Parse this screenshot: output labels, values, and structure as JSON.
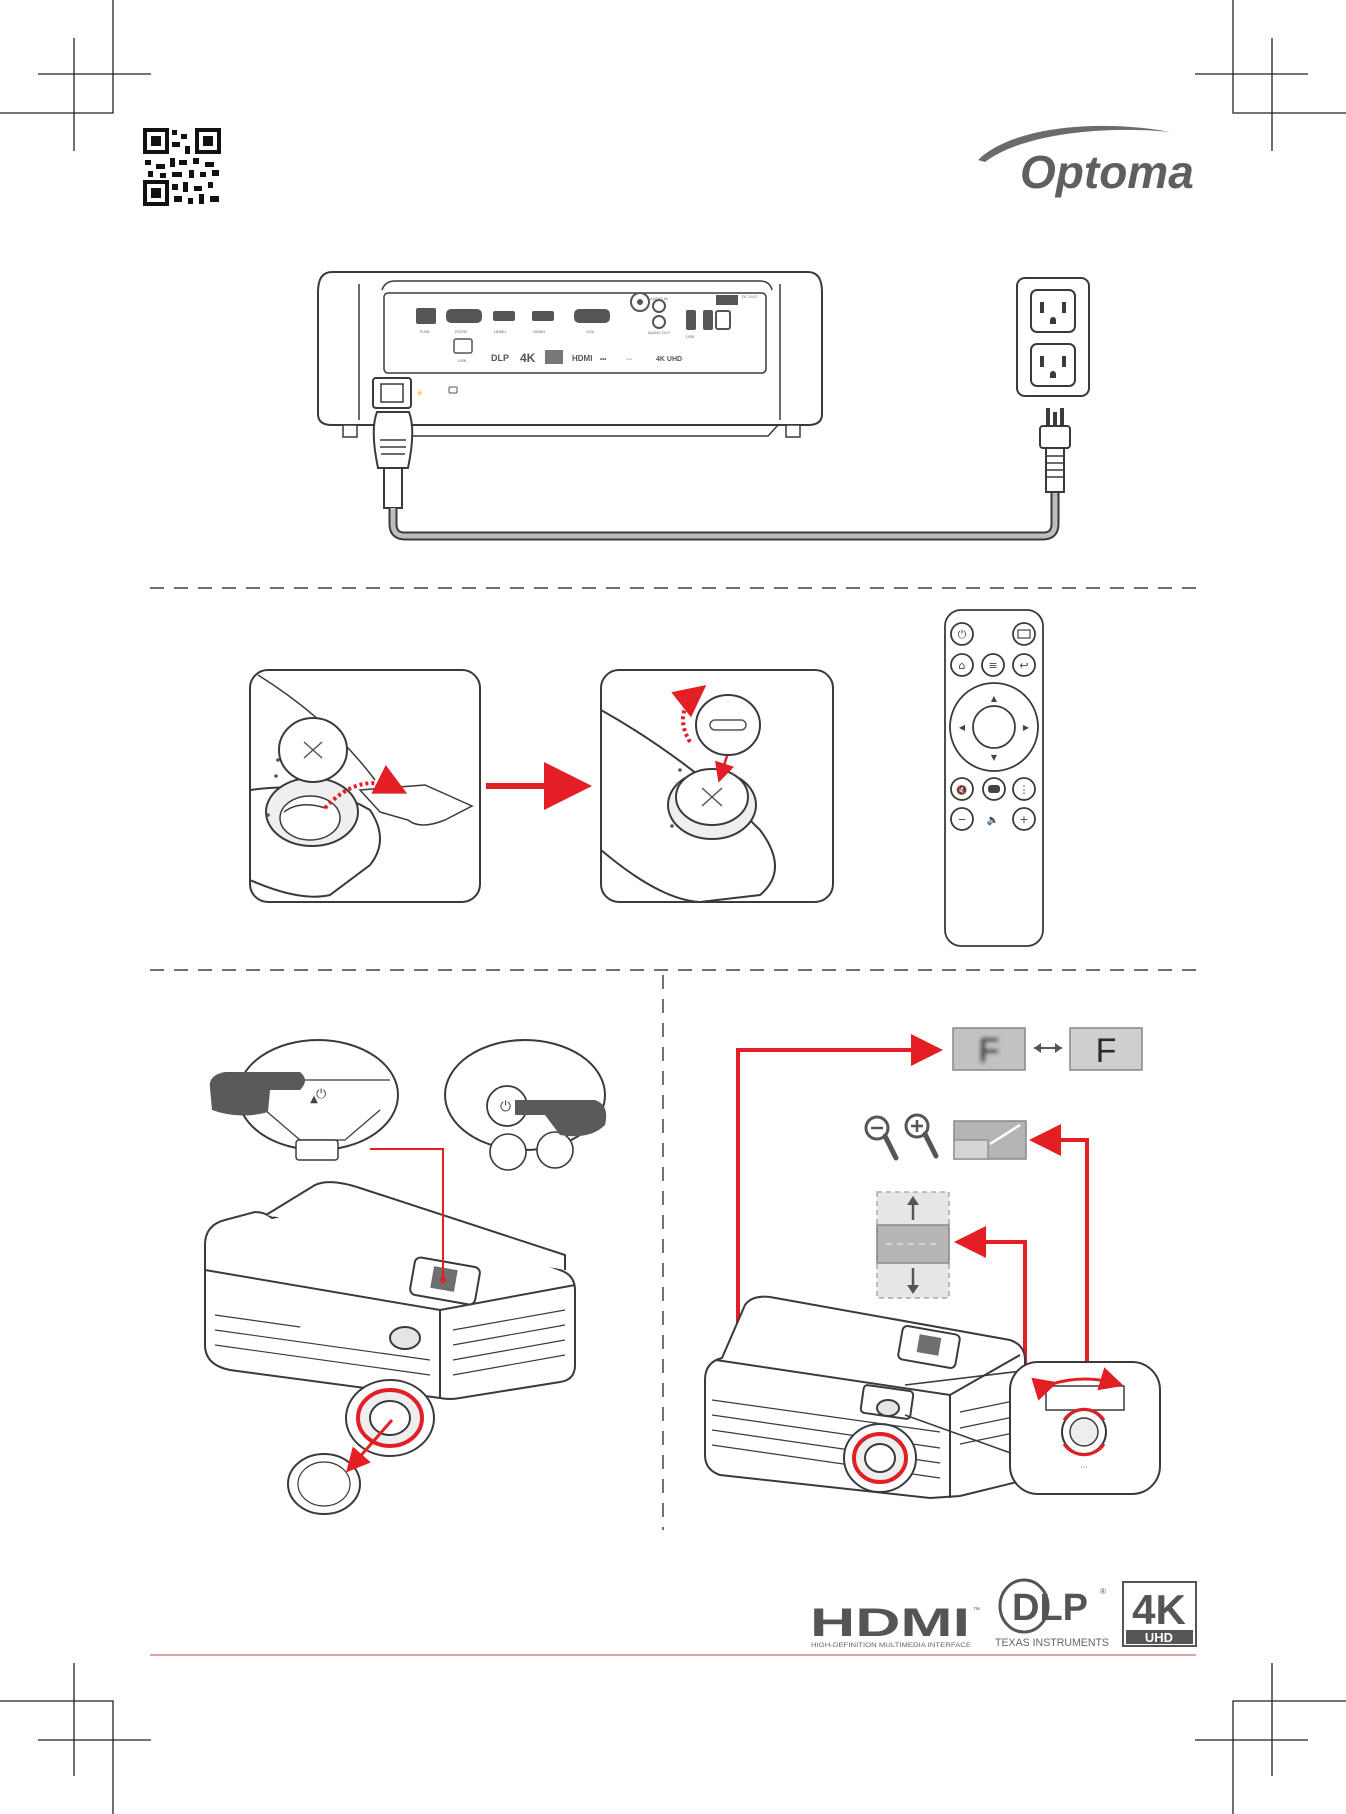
{
  "brand": {
    "name": "Optoma"
  },
  "connectors": {
    "row1": [
      "RJ45",
      "RS232",
      "HDMI1",
      "HDMI2",
      "VGA",
      "AUDIO IN",
      "AUDIO OUT",
      "USB",
      "DC OUT"
    ],
    "row2": [
      "USB",
      "DLP",
      "4K",
      "HDMI",
      "4K UHD"
    ]
  },
  "remote": {
    "buttons": [
      "power-button",
      "source-button",
      "home-button",
      "menu-button",
      "back-button",
      "up-button",
      "down-button",
      "left-button",
      "right-button",
      "ok-button",
      "mute-button",
      "info-button",
      "more-button",
      "volume-down-button",
      "volume-up-button"
    ]
  },
  "focus_demo": {
    "blurred_letter": "F",
    "sharp_letter": "F"
  },
  "logos": {
    "hdmi": "HDMI",
    "hdmi_tagline": "HIGH-DEFINITION MULTIMEDIA INTERFACE",
    "hdmi_tm": "™",
    "dlp": "DLP",
    "dlp_reg": "®",
    "ti": "TEXAS INSTRUMENTS",
    "k4": "4K",
    "uhd": "UHD"
  },
  "colors": {
    "accent": "#e31e24",
    "ink": "#3a3a3a",
    "gray": "#8a8a8a",
    "light_gray": "#c8c8c8"
  }
}
